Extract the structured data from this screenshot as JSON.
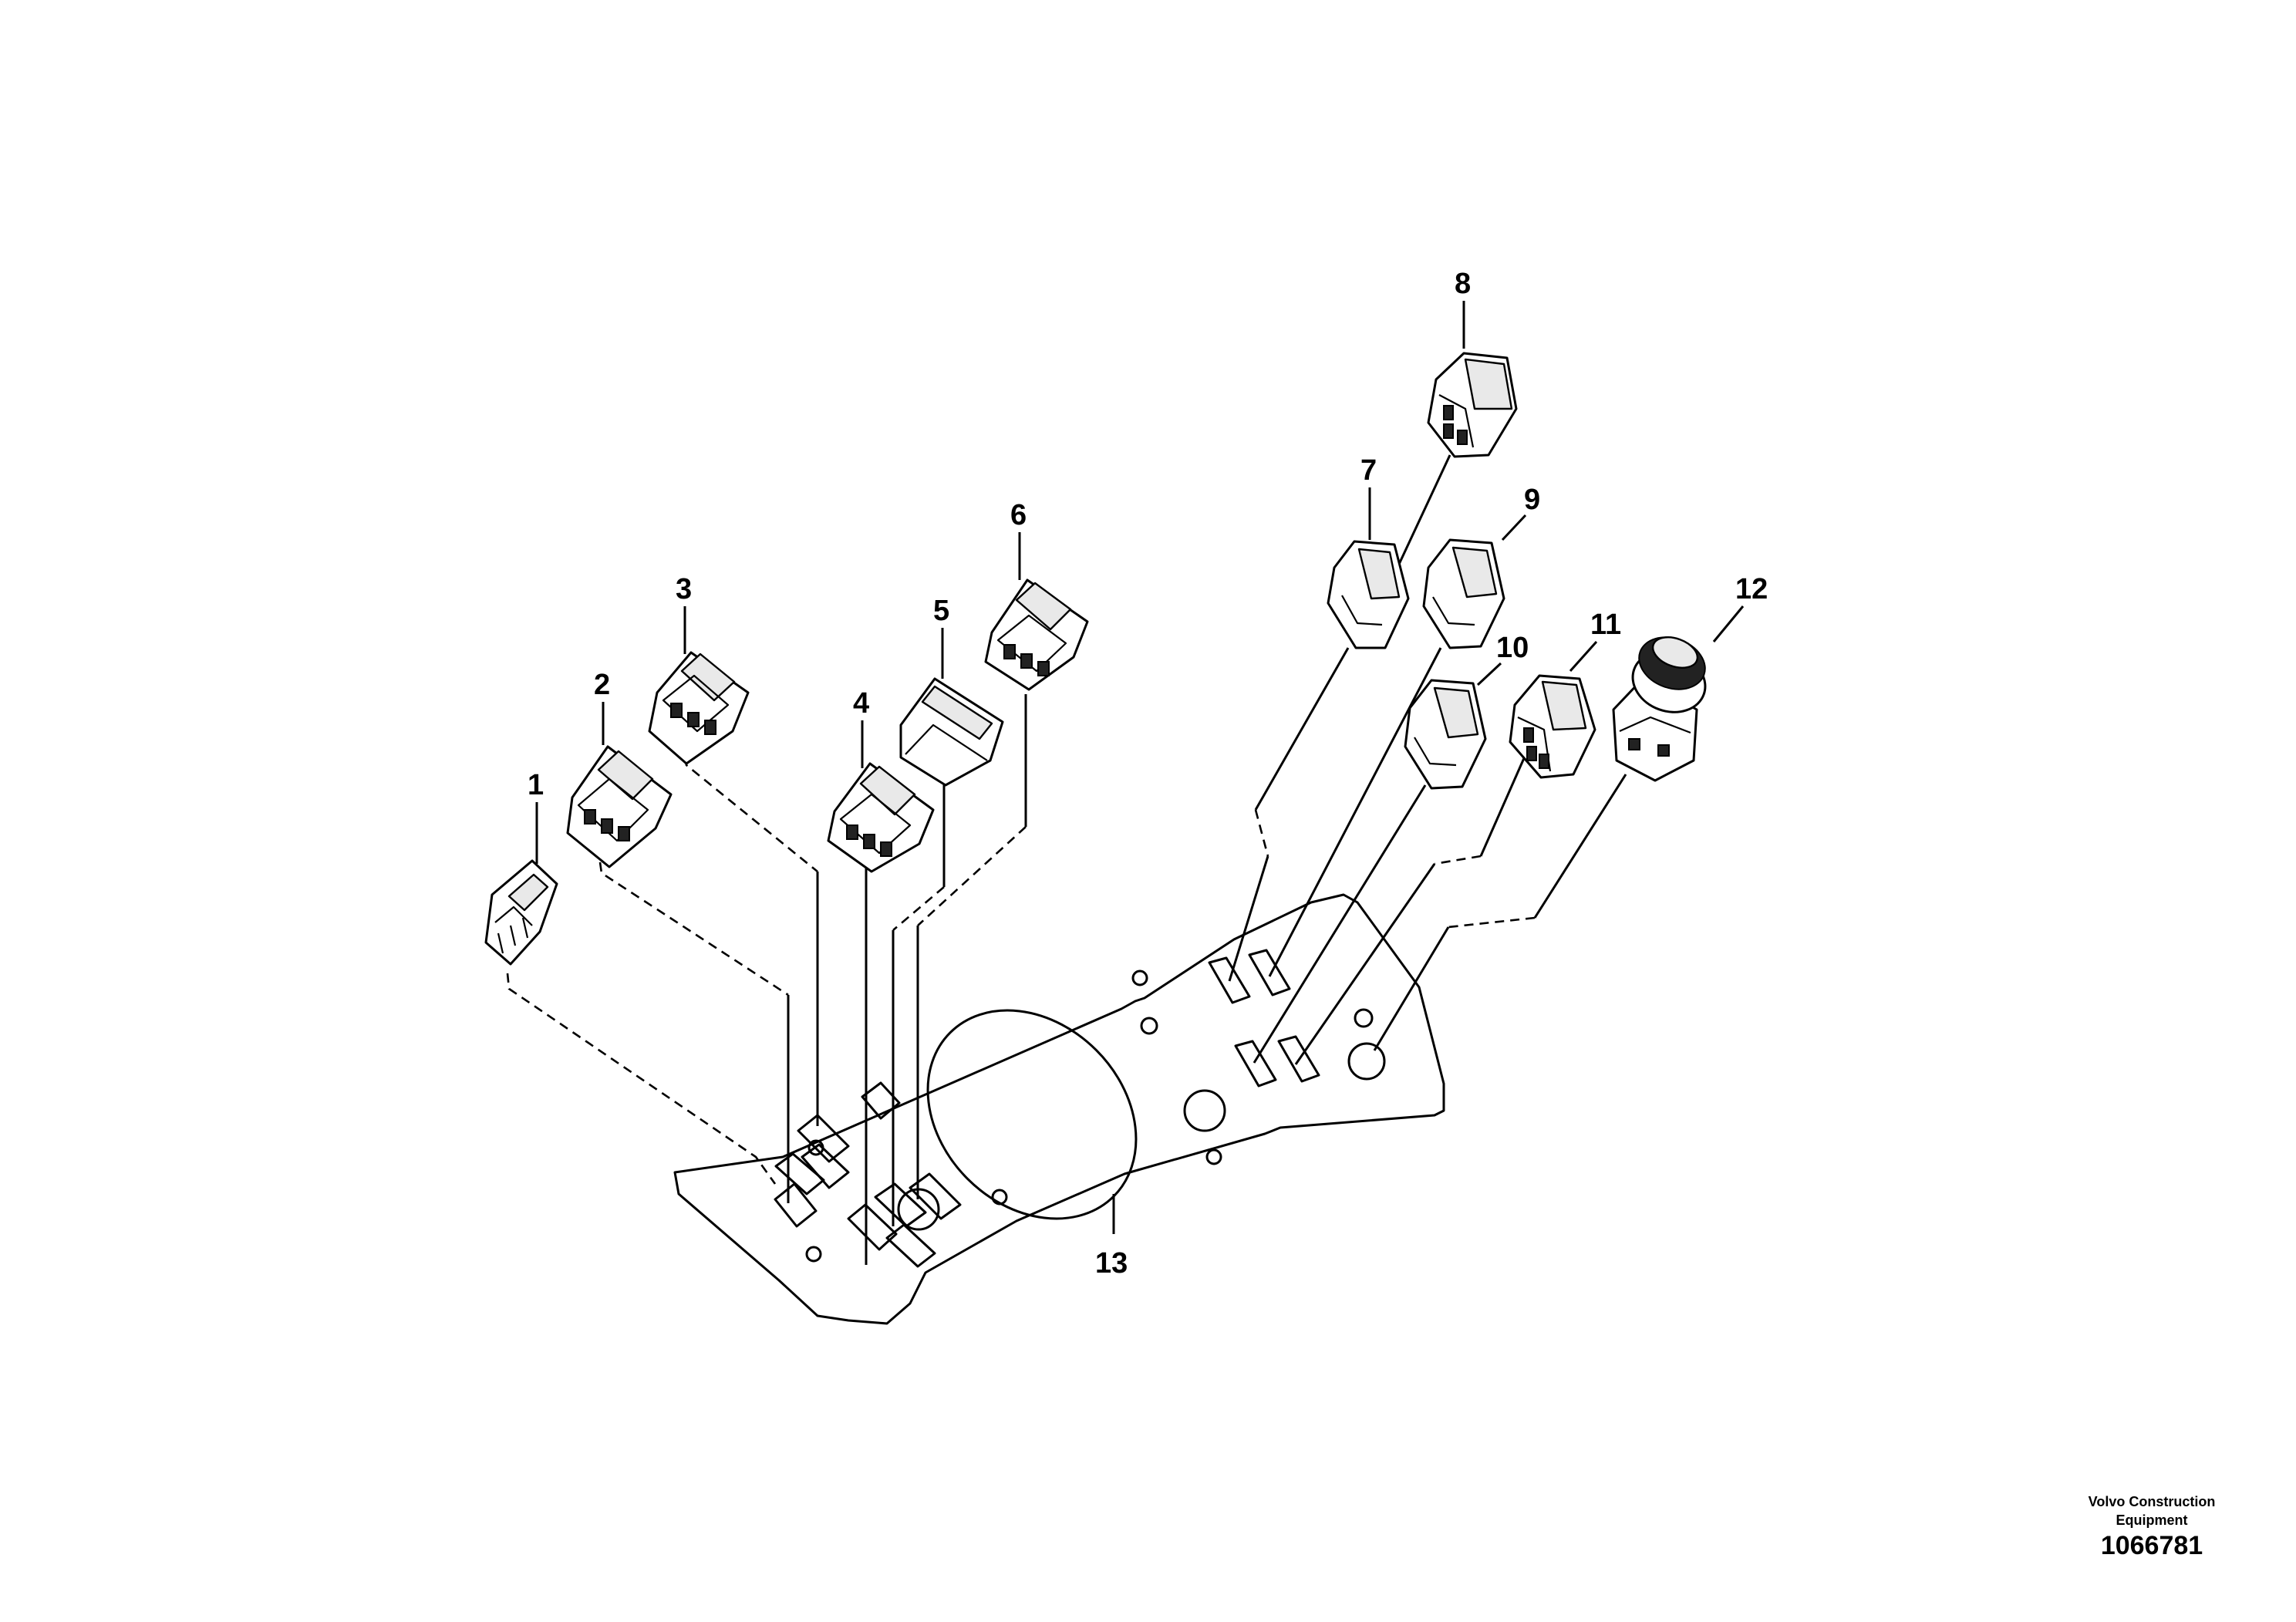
{
  "callouts": [
    "1",
    "2",
    "3",
    "4",
    "5",
    "6",
    "7",
    "8",
    "9",
    "10",
    "11",
    "12",
    "13"
  ],
  "footer": {
    "company_line1": "Volvo Construction",
    "company_line2": "Equipment",
    "figure_number": "1066781"
  }
}
